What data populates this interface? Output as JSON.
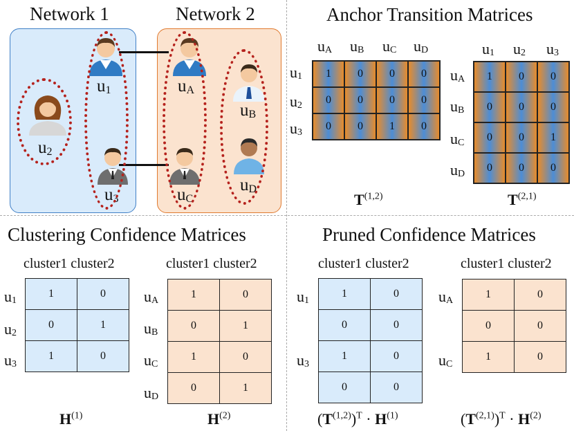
{
  "network1_title": "Network 1",
  "network2_title": "Network 2",
  "anchor_title": "Anchor Transition Matrices",
  "clustering_title": "Clustering Confidence Matrices",
  "pruned_title": "Pruned Confidence Matrices",
  "users": {
    "u1": {
      "base": "u",
      "sub": "1"
    },
    "u2": {
      "base": "u",
      "sub": "2"
    },
    "u3": {
      "base": "u",
      "sub": "3"
    },
    "uA": {
      "base": "u",
      "sub": "A"
    },
    "uB": {
      "base": "u",
      "sub": "B"
    },
    "uC": {
      "base": "u",
      "sub": "C"
    },
    "uD": {
      "base": "u",
      "sub": "D"
    }
  },
  "T12": {
    "cols": [
      "A",
      "B",
      "C",
      "D"
    ],
    "rows": [
      "1",
      "2",
      "3"
    ],
    "values": [
      [
        "1",
        "0",
        "0",
        "0"
      ],
      [
        "0",
        "0",
        "0",
        "0"
      ],
      [
        "0",
        "0",
        "1",
        "0"
      ]
    ],
    "caption_base": "T",
    "caption_sup": "(1,2)"
  },
  "T21": {
    "cols": [
      "1",
      "2",
      "3"
    ],
    "rows": [
      "A",
      "B",
      "C",
      "D"
    ],
    "values": [
      [
        "1",
        "0",
        "0"
      ],
      [
        "0",
        "0",
        "0"
      ],
      [
        "0",
        "0",
        "1"
      ],
      [
        "0",
        "0",
        "0"
      ]
    ],
    "caption_base": "T",
    "caption_sup": "(2,1)"
  },
  "cluster_header": "cluster1 cluster2",
  "H1": {
    "rows": [
      "1",
      "2",
      "3"
    ],
    "values": [
      [
        "1",
        "0"
      ],
      [
        "0",
        "1"
      ],
      [
        "1",
        "0"
      ]
    ],
    "caption_base": "H",
    "caption_sup": "(1)"
  },
  "H2": {
    "rows": [
      "A",
      "B",
      "C",
      "D"
    ],
    "values": [
      [
        "1",
        "0"
      ],
      [
        "0",
        "1"
      ],
      [
        "1",
        "0"
      ],
      [
        "0",
        "1"
      ]
    ],
    "caption_base": "H",
    "caption_sup": "(2)"
  },
  "P1": {
    "rows": [
      "1",
      "",
      "3",
      ""
    ],
    "values": [
      [
        "1",
        "0"
      ],
      [
        "0",
        "0"
      ],
      [
        "1",
        "0"
      ],
      [
        "0",
        "0"
      ]
    ],
    "caption_open": "(",
    "caption_T": "T",
    "caption_T_sup": "(1,2)",
    "caption_close": ")",
    "caption_trans": "T",
    "caption_dot": " · ",
    "caption_H": "H",
    "caption_H_sup": "(1)"
  },
  "P2": {
    "rows": [
      "A",
      "",
      "C"
    ],
    "values": [
      [
        "1",
        "0"
      ],
      [
        "0",
        "0"
      ],
      [
        "1",
        "0"
      ]
    ],
    "caption_open": "(",
    "caption_T": "T",
    "caption_T_sup": "(2,1)",
    "caption_close": ")",
    "caption_trans": "T",
    "caption_dot": " · ",
    "caption_H": "H",
    "caption_H_sup": "(2)"
  }
}
